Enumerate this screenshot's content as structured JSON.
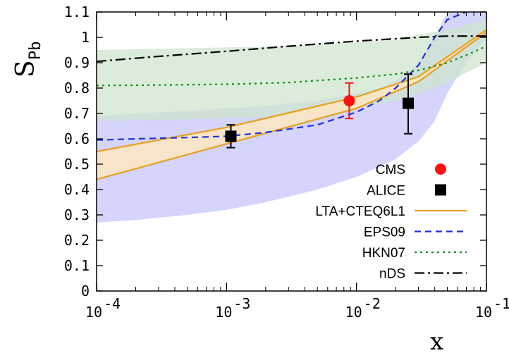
{
  "chart_data": {
    "type": "line",
    "x_scale": "log",
    "xlim": [
      0.0001,
      0.1
    ],
    "ylim": [
      0,
      1.1
    ],
    "xlabel": "x",
    "ylabel": {
      "main": "S",
      "sub": "Pb"
    },
    "x_ticks": [
      {
        "value": 0.0001,
        "base": "10",
        "exp": "-4"
      },
      {
        "value": 0.001,
        "base": "10",
        "exp": "-3"
      },
      {
        "value": 0.01,
        "base": "10",
        "exp": "-2"
      },
      {
        "value": 0.1,
        "base": "10",
        "exp": "-1"
      }
    ],
    "y_ticks": [
      {
        "value": 0,
        "label": "0"
      },
      {
        "value": 0.1,
        "label": "0.1"
      },
      {
        "value": 0.2,
        "label": "0.2"
      },
      {
        "value": 0.3,
        "label": "0.3"
      },
      {
        "value": 0.4,
        "label": "0.4"
      },
      {
        "value": 0.5,
        "label": "0.5"
      },
      {
        "value": 0.6,
        "label": "0.6"
      },
      {
        "value": 0.7,
        "label": "0.7"
      },
      {
        "value": 0.8,
        "label": "0.8"
      },
      {
        "value": 0.9,
        "label": "0.9"
      },
      {
        "value": 1,
        "label": "1"
      },
      {
        "value": 1.1,
        "label": "1.1"
      }
    ],
    "bands": [
      {
        "name": "EPS09 uncertainty",
        "color": "#c5c5fb",
        "x": [
          0.0001,
          0.0002,
          0.0005,
          0.001,
          0.002,
          0.005,
          0.01,
          0.015,
          0.02,
          0.03,
          0.04,
          0.05,
          0.07,
          0.1
        ],
        "upper": [
          0.69,
          0.7,
          0.71,
          0.72,
          0.73,
          0.75,
          0.78,
          0.8,
          0.83,
          0.9,
          1.0,
          1.1,
          1.1,
          1.1
        ],
        "lower": [
          0.27,
          0.28,
          0.3,
          0.32,
          0.35,
          0.4,
          0.45,
          0.49,
          0.52,
          0.59,
          0.67,
          0.78,
          0.9,
          1.0
        ]
      },
      {
        "name": "HKN07 uncertainty",
        "color": "#cfe6cf",
        "x": [
          0.0001,
          0.0003,
          0.001,
          0.003,
          0.01,
          0.02,
          0.03,
          0.05,
          0.07,
          0.1
        ],
        "upper": [
          0.95,
          0.955,
          0.96,
          0.965,
          0.98,
          0.99,
          1.01,
          1.03,
          1.05,
          1.07
        ],
        "lower": [
          0.67,
          0.675,
          0.68,
          0.69,
          0.72,
          0.75,
          0.78,
          0.82,
          0.86,
          0.9
        ]
      },
      {
        "name": "LTA+CTEQ6L1 band",
        "color": "#fde6c0",
        "x": [
          0.0001,
          0.001,
          0.01,
          0.03,
          0.1
        ],
        "upper": [
          0.55,
          0.645,
          0.765,
          0.845,
          1.03
        ],
        "lower": [
          0.44,
          0.58,
          0.72,
          0.825,
          1.02
        ]
      }
    ],
    "series": [
      {
        "name": "LTA+CTEQ6L1",
        "color": "#e8a020",
        "style": "solid",
        "lines": [
          {
            "x": [
              0.0001,
              0.001,
              0.01,
              0.03,
              0.1
            ],
            "y": [
              0.55,
              0.645,
              0.765,
              0.845,
              1.03
            ]
          },
          {
            "x": [
              0.0001,
              0.001,
              0.01,
              0.03,
              0.1
            ],
            "y": [
              0.44,
              0.58,
              0.72,
              0.825,
              1.02
            ]
          }
        ]
      },
      {
        "name": "EPS09",
        "color": "#1f2fe0",
        "style": "dashed",
        "lines": [
          {
            "x": [
              0.0001,
              0.0002,
              0.0005,
              0.001,
              0.002,
              0.005,
              0.01,
              0.015,
              0.02,
              0.03,
              0.04,
              0.05,
              0.07
            ],
            "y": [
              0.595,
              0.6,
              0.605,
              0.61,
              0.625,
              0.655,
              0.705,
              0.75,
              0.8,
              0.89,
              1.0,
              1.07,
              1.1
            ]
          }
        ]
      },
      {
        "name": "HKN07",
        "color": "#1a8c1a",
        "style": "dotted",
        "lines": [
          {
            "x": [
              0.0001,
              0.0003,
              0.001,
              0.003,
              0.01,
              0.02,
              0.03,
              0.05,
              0.07,
              0.1
            ],
            "y": [
              0.81,
              0.812,
              0.815,
              0.822,
              0.84,
              0.855,
              0.87,
              0.9,
              0.93,
              0.965
            ]
          }
        ]
      },
      {
        "name": "nDS",
        "color": "#000000",
        "style": "dashdot",
        "lines": [
          {
            "x": [
              0.0001,
              0.0003,
              0.001,
              0.003,
              0.01,
              0.03,
              0.05,
              0.1
            ],
            "y": [
              0.905,
              0.925,
              0.945,
              0.965,
              0.985,
              1.0,
              1.005,
              1.005
            ]
          }
        ]
      }
    ],
    "points": [
      {
        "name": "CMS",
        "color": "#ff1010",
        "marker": "circle",
        "bar_color": "#ff1010",
        "x": 0.0088,
        "y": 0.75,
        "y_low": 0.68,
        "y_high": 0.82
      },
      {
        "name": "ALICE",
        "color": "#000000",
        "marker": "square",
        "bar_color": "#000000",
        "x": 0.00108,
        "y": 0.61,
        "y_low": 0.565,
        "y_high": 0.655
      },
      {
        "name": "ALICE",
        "color": "#000000",
        "marker": "square",
        "bar_color": "#000000",
        "x": 0.025,
        "y": 0.74,
        "y_low": 0.62,
        "y_high": 0.855
      }
    ],
    "legend": {
      "position": "bottom-right",
      "entries": [
        {
          "label": "CMS",
          "kind": "circle",
          "color": "#ff1010"
        },
        {
          "label": "ALICE",
          "kind": "square",
          "color": "#000000"
        },
        {
          "label": "LTA+CTEQ6L1",
          "kind": "solid",
          "color": "#e8a020"
        },
        {
          "label": "EPS09",
          "kind": "dashed",
          "color": "#1f2fe0"
        },
        {
          "label": "HKN07",
          "kind": "dotted",
          "color": "#1a8c1a"
        },
        {
          "label": "nDS",
          "kind": "dashdot",
          "color": "#000000"
        }
      ]
    },
    "grid": false
  }
}
